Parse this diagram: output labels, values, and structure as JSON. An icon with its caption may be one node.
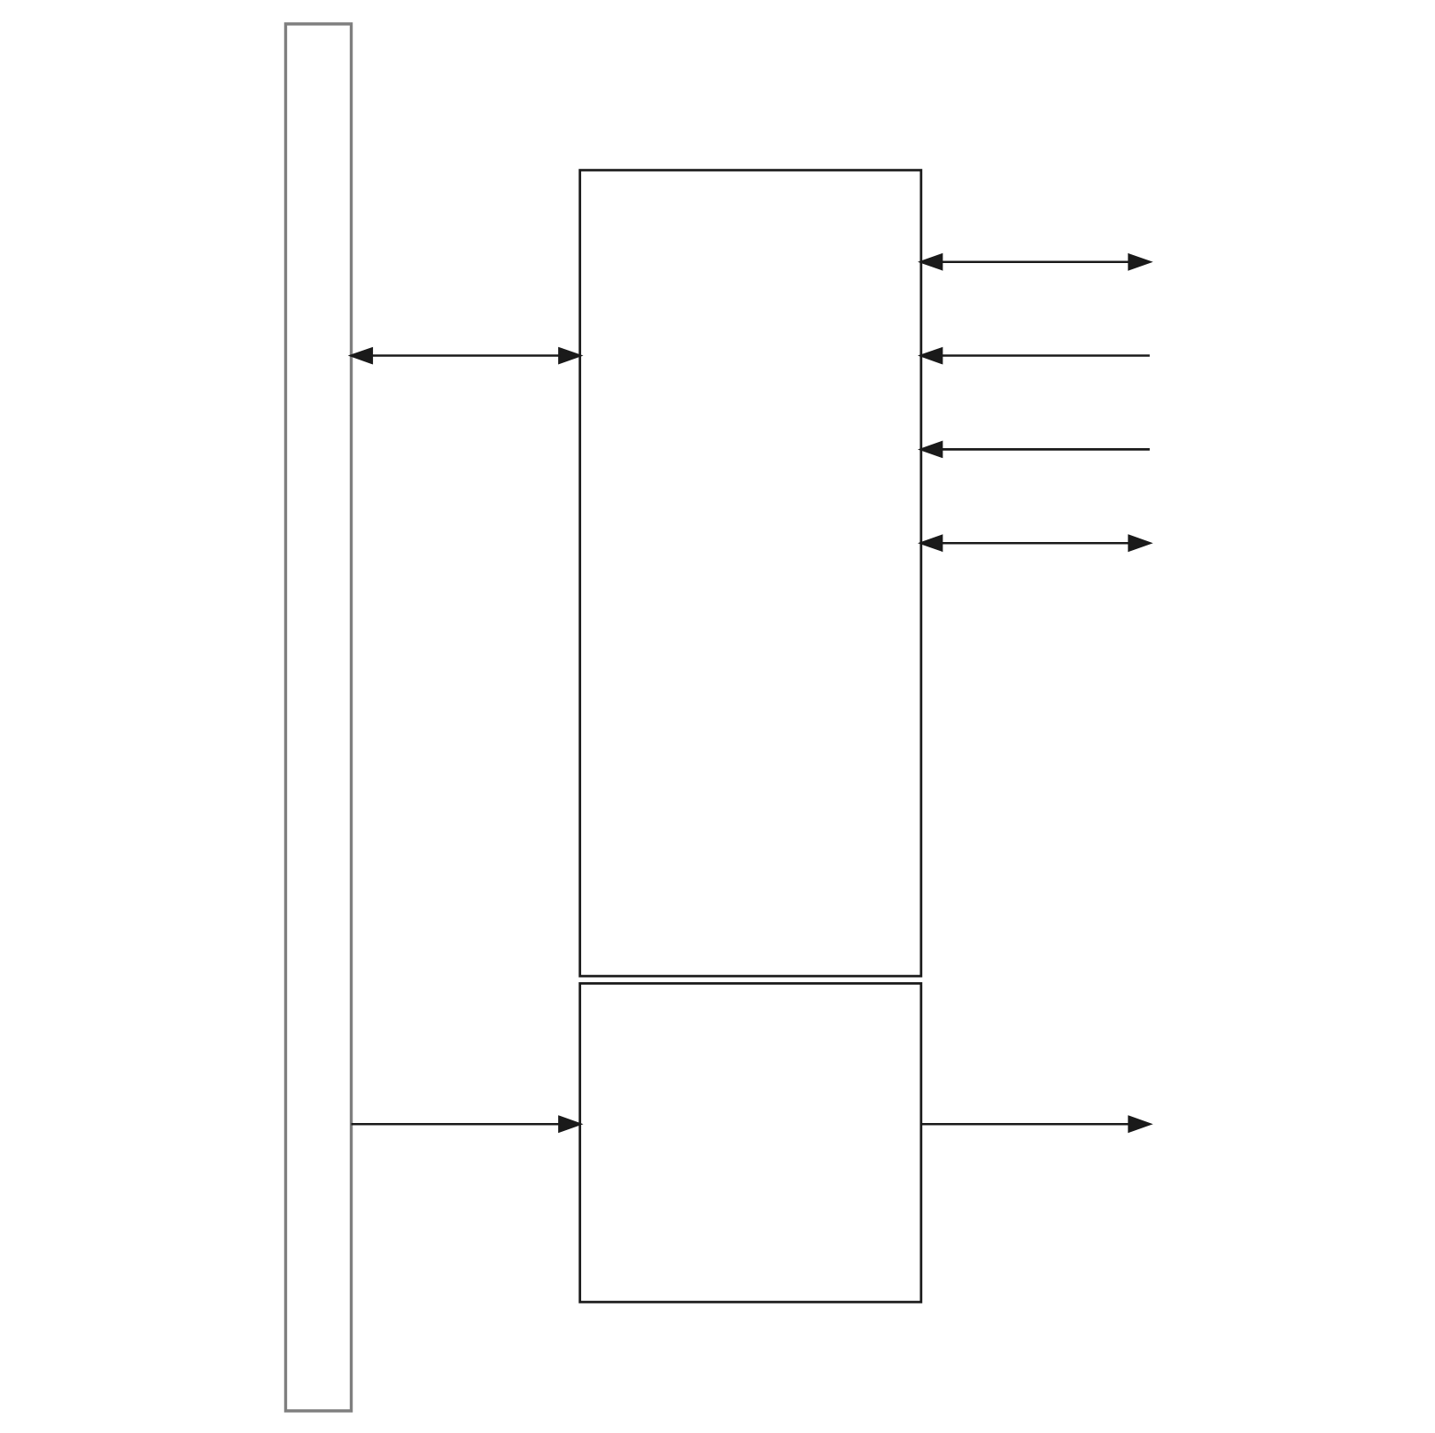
{
  "diagram": {
    "nodes": [
      {
        "text": [],
        "shape": "bar"
      },
      {
        "text": [],
        "shape": "box"
      },
      {
        "text": [],
        "shape": "box"
      }
    ],
    "edges": [
      {
        "from": 0,
        "to": 1,
        "arrow": "both"
      },
      {
        "from": null,
        "to": 1,
        "arrow": "to"
      },
      {
        "from": null,
        "to": 1,
        "arrow": "to"
      },
      {
        "from": 1,
        "to": null,
        "arrow": "both"
      },
      {
        "from": 1,
        "to": null,
        "arrow": "both"
      },
      {
        "from": 0,
        "to": 2,
        "arrow": "to"
      },
      {
        "from": 2,
        "to": null,
        "arrow": "to"
      }
    ]
  }
}
